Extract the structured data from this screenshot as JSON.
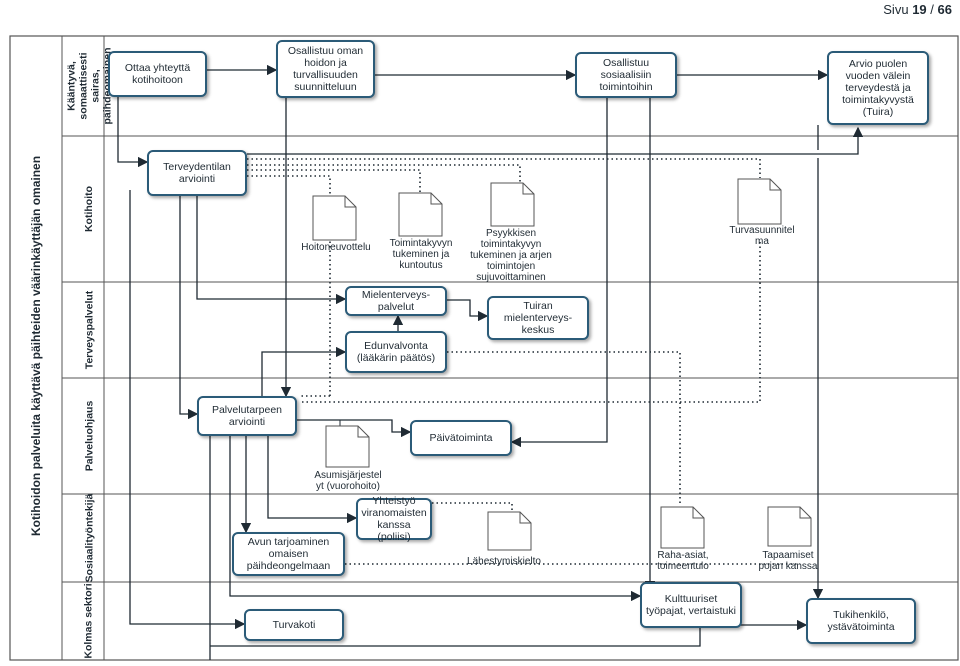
{
  "header": {
    "page_label": "Sivu",
    "page_current": "19",
    "page_sep": "/",
    "page_total": "66"
  },
  "pool": {
    "title": "Kotihoidon palveluita käyttävä päihteiden väärinkäyttäjän omainen"
  },
  "lanes": [
    {
      "id": "lane1",
      "label": "Kääntyvä, somaattisesti sairas, päihdeomainen"
    },
    {
      "id": "lane2",
      "label": "Kotihoito"
    },
    {
      "id": "lane3",
      "label": "Terveyspalvelut"
    },
    {
      "id": "lane4",
      "label": "Palveluohjaus"
    },
    {
      "id": "lane5",
      "label": "Sosiaalityöntekijä"
    },
    {
      "id": "lane6",
      "label": "Kolmas sektori"
    }
  ],
  "tasks": {
    "ottaa": "Ottaa yhteyttä kotihoitoon",
    "osallistuu_hoito": "Osallistuu oman hoidon ja turvallisuuden suunnitteluun",
    "osallistuu_sos": "Osallistuu sosiaalisiin toimintoihin",
    "arvio": "Arvio puolen vuoden välein terveydestä ja toimintakyvystä (Tuira)",
    "terveydentila": "Terveydentilan arviointi",
    "mielenterveys": "Mielenterveys-palvelut",
    "tuiran": "Tuiran mielenterveys-keskus",
    "edunvalvonta": "Edunvalvonta (lääkärin päätös)",
    "palvelutarve": "Palvelutarpeen arviointi",
    "paivatoiminta": "Päivätoiminta",
    "yhteistyo": "Yhteistyö viranomaisten kanssa (poliisi)",
    "avun": "Avun tarjoaminen omaisen päihdeongelmaan",
    "kulttuuriset": "Kulttuuriset työpajat, vertaistuki",
    "turvakoti": "Turvakoti",
    "tukihenkilo": "Tukihenkilö, ystävätoiminta"
  },
  "documents": {
    "hoitoneuvottelu": "Hoitoneuvottelu",
    "toimintakyky": "Toimintakyvyn\ntukeminen ja\nkuntoutus",
    "psyykkisen": "Psyykkisen\ntoimintakyvyn\ntukeminen ja arjen\ntoimintojen\nsujuvoittaminen",
    "turvasuunnitelma": "Turvasuunnitel\nma",
    "asumis": "Asumisjärjestel\nyt (vuorohoito)",
    "lahestymiskielto": "Lähestymiskielto",
    "raha": "Raha-asiat,\ntoimeentulo",
    "tapaamiset": "Tapaamiset\npojan kanssa"
  },
  "colors": {
    "task_border": "#2b5b78",
    "line": "#1f2a33",
    "lane_border": "#555555"
  }
}
